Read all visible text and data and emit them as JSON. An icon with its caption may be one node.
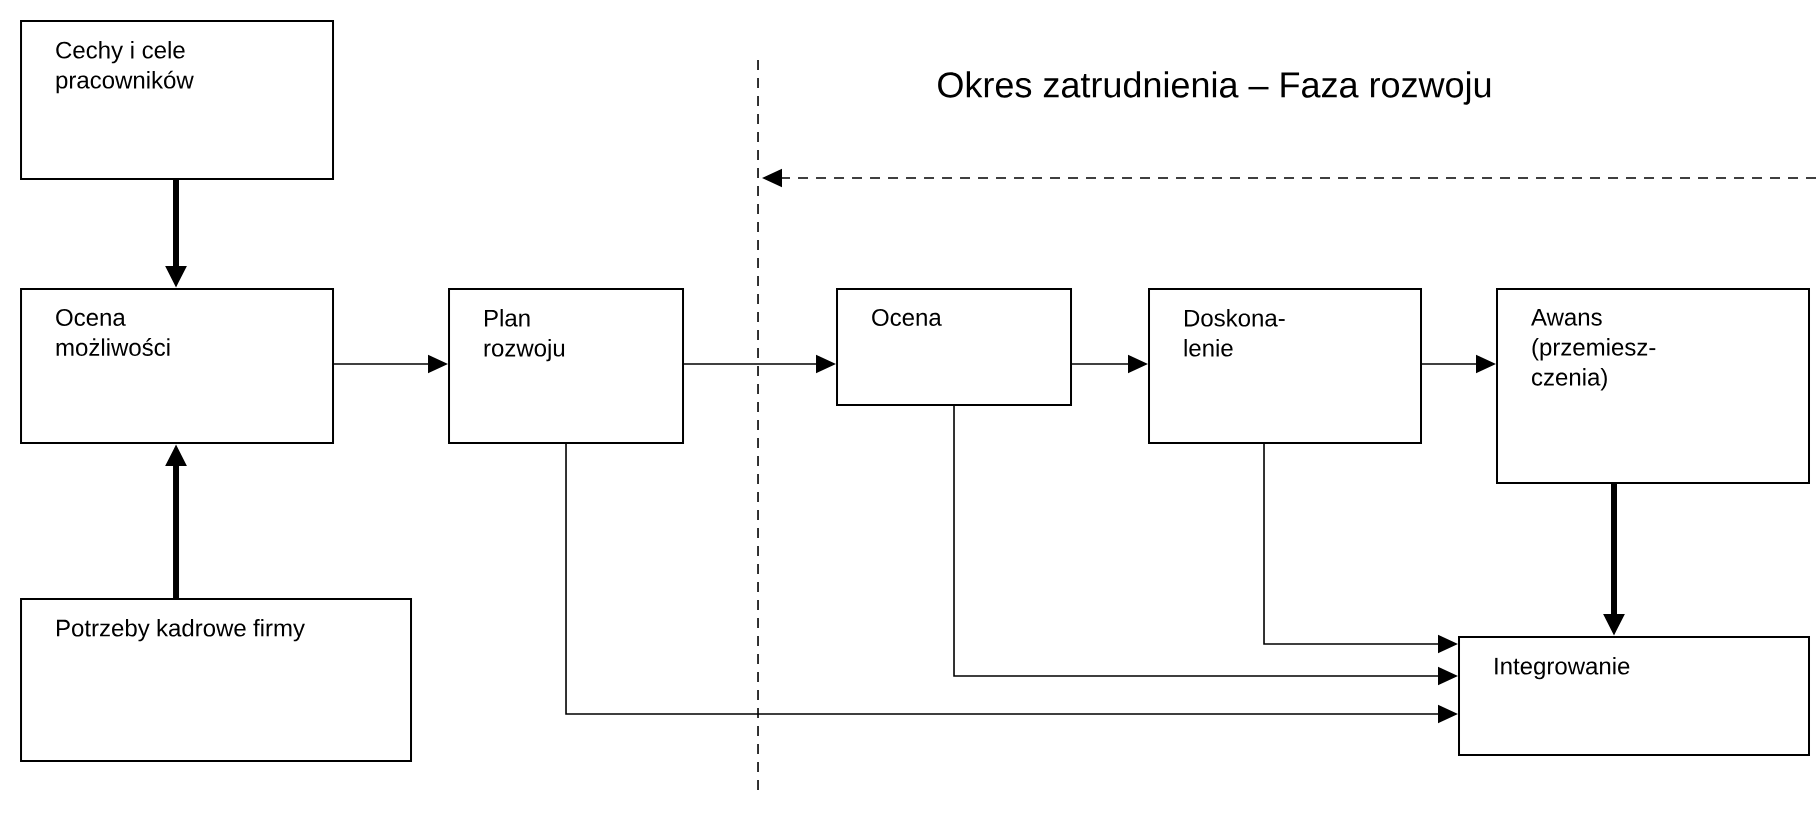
{
  "diagram": {
    "nodes": [
      {
        "text": [
          "Cechy i cele pracowników"
        ]
      },
      {
        "text": [
          "Ocena możliwości"
        ]
      },
      {
        "text": [
          "Potrzeby kadrowe firmy"
        ]
      },
      {
        "text": [
          "Plan rozwoju"
        ]
      },
      {
        "text": [
          "Ocena"
        ]
      },
      {
        "text": [
          "Doskona- lenie"
        ]
      },
      {
        "text": [
          "Awans (przemiesz- czenia)"
        ]
      },
      {
        "text": [
          "Integrowanie"
        ]
      }
    ],
    "edges": [
      {
        "from": 0,
        "to": 1,
        "arrow": "to",
        "style": "thick"
      },
      {
        "from": 2,
        "to": 1,
        "arrow": "to",
        "style": "thick"
      },
      {
        "from": 1,
        "to": 3,
        "arrow": "to"
      },
      {
        "from": 3,
        "to": 4,
        "arrow": "to"
      },
      {
        "from": 4,
        "to": 5,
        "arrow": "to"
      },
      {
        "from": 5,
        "to": 6,
        "arrow": "to"
      },
      {
        "from": 6,
        "to": 7,
        "arrow": "to",
        "style": "thick"
      },
      {
        "from": 5,
        "to": 7,
        "arrow": "to"
      },
      {
        "from": 4,
        "to": 7,
        "arrow": "to"
      },
      {
        "from": 3,
        "to": 7,
        "arrow": "to"
      }
    ],
    "labels": [
      "Okres zatrudnienia – Faza rozwoju"
    ]
  }
}
